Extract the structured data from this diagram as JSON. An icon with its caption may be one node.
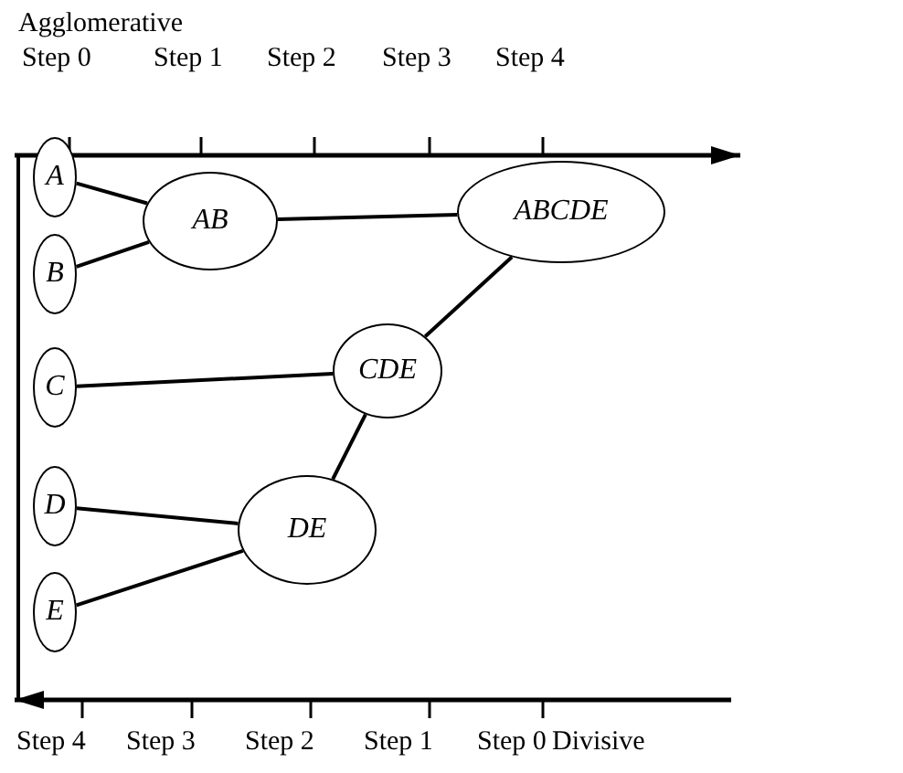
{
  "diagram": {
    "nodes": [
      {
        "text": [
          "A"
        ]
      },
      {
        "text": [
          "B"
        ]
      },
      {
        "text": [
          "C"
        ]
      },
      {
        "text": [
          "D"
        ]
      },
      {
        "text": [
          "E"
        ]
      },
      {
        "text": [
          "AB"
        ]
      },
      {
        "text": [
          "ABCDE"
        ]
      },
      {
        "text": [
          "CDE"
        ]
      },
      {
        "text": [
          "DE"
        ]
      }
    ],
    "edges": [
      {
        "from": 0,
        "to": 5,
        "arrow": "none"
      },
      {
        "from": 1,
        "to": 5,
        "arrow": "none"
      },
      {
        "from": 5,
        "to": 6,
        "arrow": "none"
      },
      {
        "from": 2,
        "to": 7,
        "arrow": "none"
      },
      {
        "from": 7,
        "to": 6,
        "arrow": "none"
      },
      {
        "from": 8,
        "to": 7,
        "arrow": "none"
      },
      {
        "from": 3,
        "to": 8,
        "arrow": "none"
      },
      {
        "from": 4,
        "to": 8,
        "arrow": "none"
      }
    ],
    "labels": [
      "Agglomerative",
      "Step 0",
      "Step 1",
      "Step 2",
      "Step 3",
      "Step 4",
      "Step 4",
      "Step 3",
      "Step 2",
      "Step 1",
      "Step 0",
      "Divisive"
    ]
  }
}
